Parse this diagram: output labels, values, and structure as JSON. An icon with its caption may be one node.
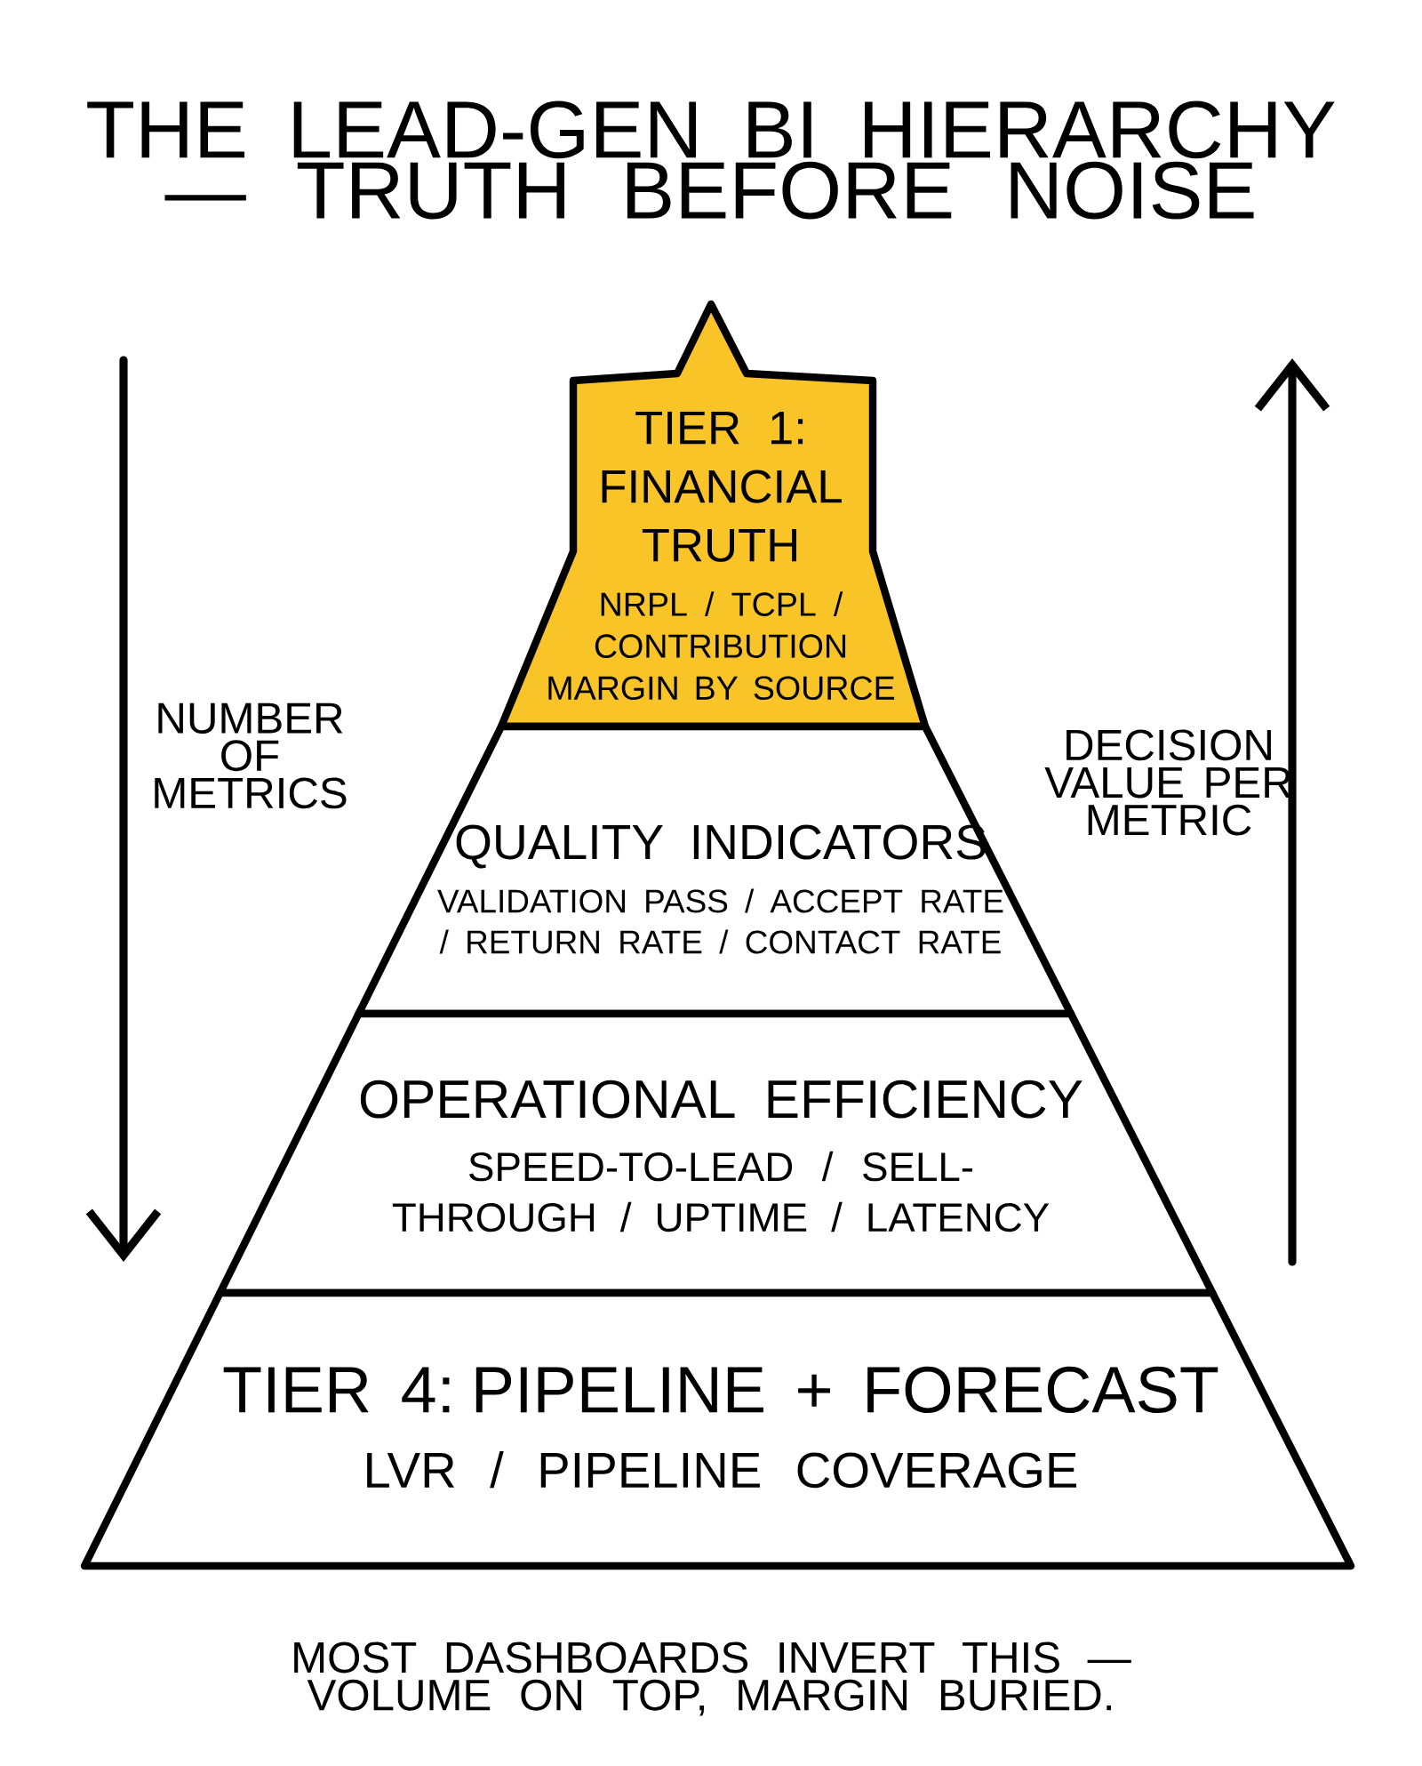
{
  "diagram": {
    "title": "THE LEAD-GEN BI HIERARCHY — TRUTH BEFORE NOISE",
    "caption": "MOST DASHBOARDS INVERT THIS — VOLUME ON TOP, MARGIN BURIED.",
    "nodes": [
      {
        "text": [
          "TIER 1: FINANCIAL TRUTH",
          "NRPL / TCPL / CONTRIBUTION MARGIN BY SOURCE"
        ]
      },
      {
        "text": [
          "QUALITY INDICATORS",
          "VALIDATION PASS / ACCEPT RATE / RETURN RATE / CONTACT RATE"
        ]
      },
      {
        "text": [
          "OPERATIONAL EFFICIENCY",
          "SPEED-TO-LEAD / SELL-THROUGH / UPTIME / LATENCY"
        ]
      },
      {
        "text": [
          "TIER 4: PIPELINE + FORECAST",
          "LVR / PIPELINE COVERAGE"
        ]
      }
    ],
    "labels": [
      "NUMBER OF METRICS",
      "DECISION VALUE PER METRIC"
    ]
  }
}
